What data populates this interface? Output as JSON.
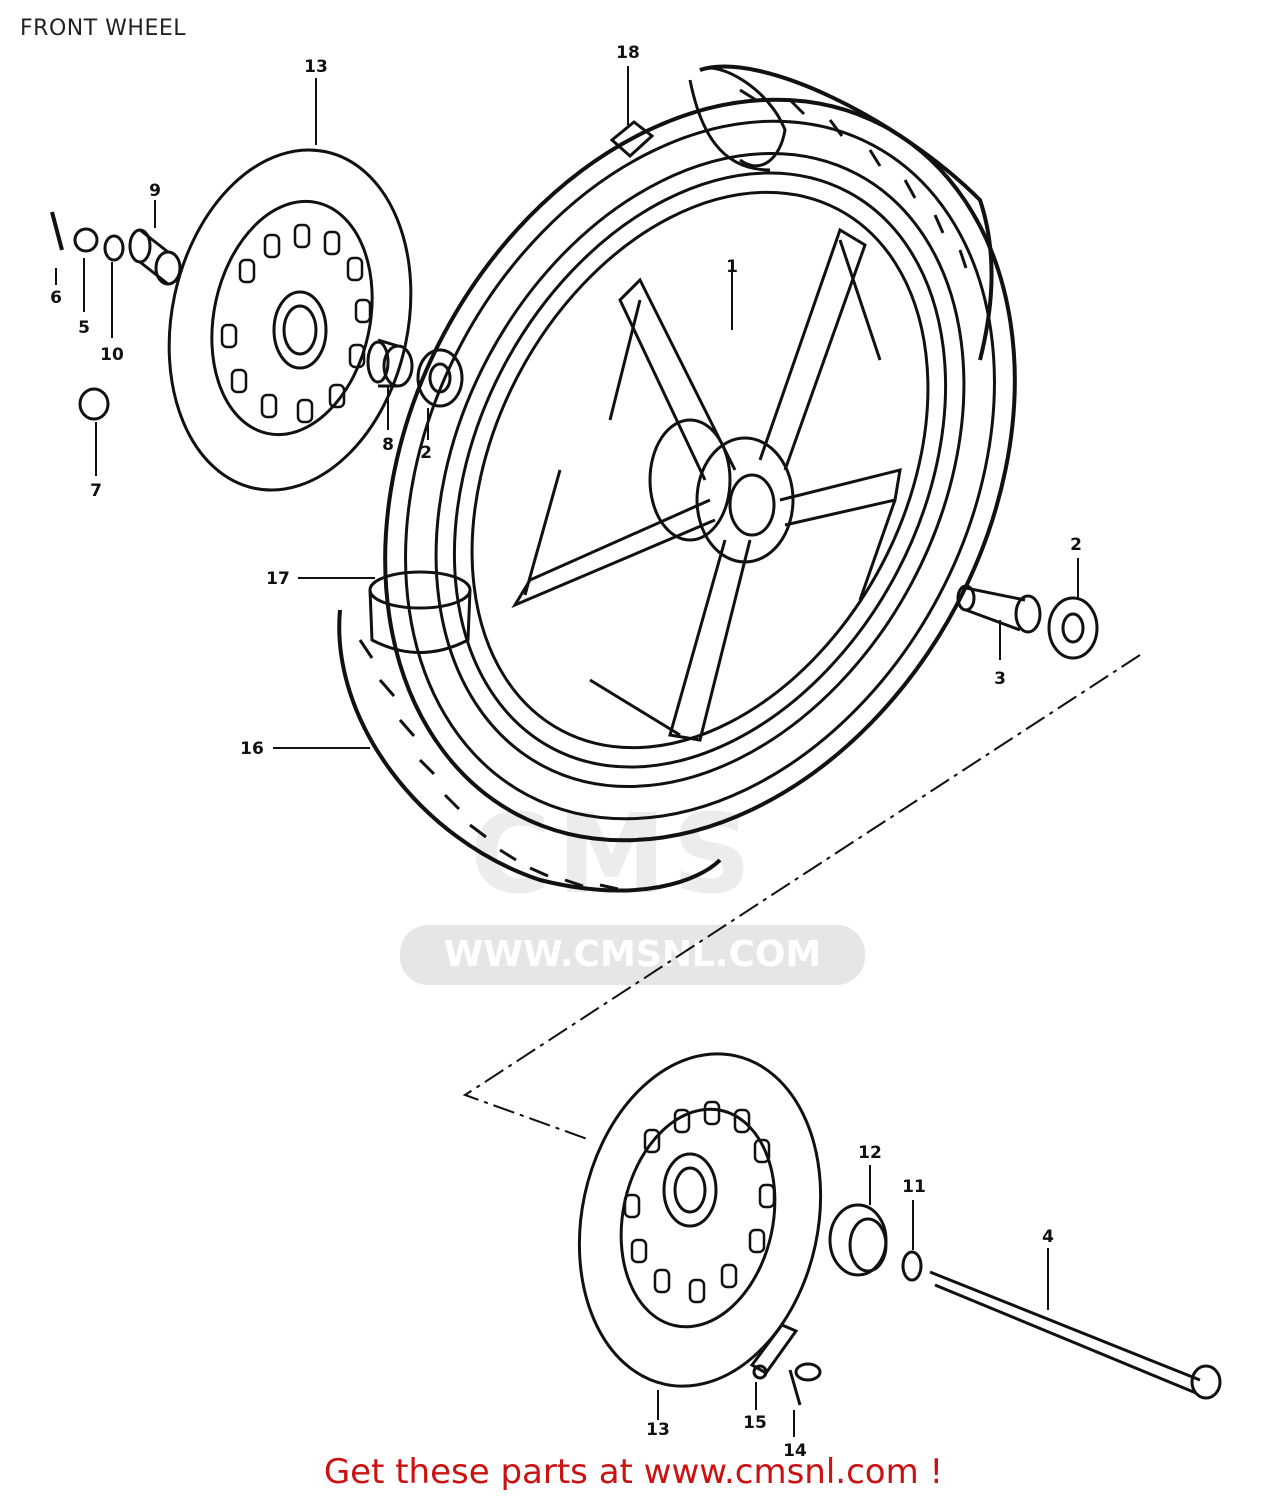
{
  "header": {
    "title": "FRONT WHEEL"
  },
  "watermark": {
    "logo": "CMS",
    "url": "WWW.CMSNL.COM"
  },
  "footer": {
    "text": "Get these parts at www.cmsnl.com !"
  },
  "callouts": {
    "c1": "1",
    "c2a": "2",
    "c2b": "2",
    "c3": "3",
    "c4": "4",
    "c5": "5",
    "c6": "6",
    "c7": "7",
    "c8": "8",
    "c9": "9",
    "c10": "10",
    "c11": "11",
    "c12": "12",
    "c13a": "13",
    "c13b": "13",
    "c14": "14",
    "c15": "15",
    "c16": "16",
    "c17": "17",
    "c18": "18"
  },
  "colors": {
    "ink": "#111111",
    "footer": "#cc1111",
    "watermark": "#e6e6e6"
  }
}
